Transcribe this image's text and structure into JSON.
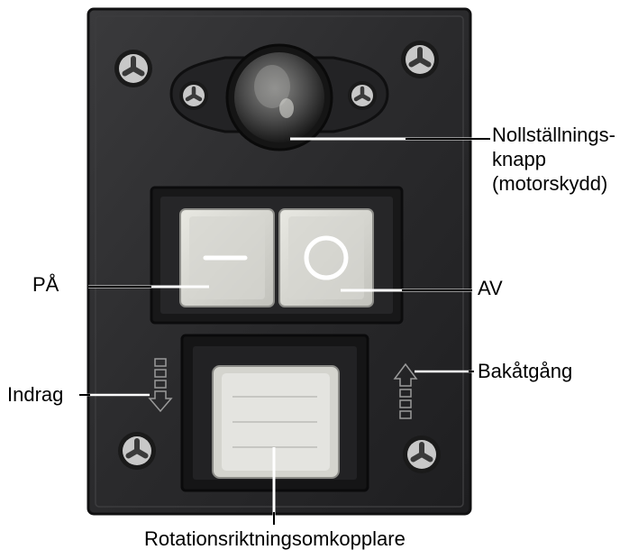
{
  "labels": {
    "reset_button": [
      "Nollställnings-",
      "knapp",
      "(motorskydd)"
    ],
    "on": "PÅ",
    "off": "AV",
    "feed": "Indrag",
    "reverse": "Bakåtgång",
    "rotation_switch": "Rotationsriktningsomkopplare"
  },
  "colors": {
    "panel": "#2b2b2d",
    "panel_edge": "#111112",
    "button_face": "#dcdcd6",
    "switch_face": "#e2e2de",
    "screw": "#c8c8c8",
    "leader": "#000000"
  },
  "icons": [
    "screw-icon",
    "reset-button-icon",
    "on-symbol-icon",
    "off-symbol-icon",
    "arrow-down-icon",
    "arrow-up-icon"
  ]
}
